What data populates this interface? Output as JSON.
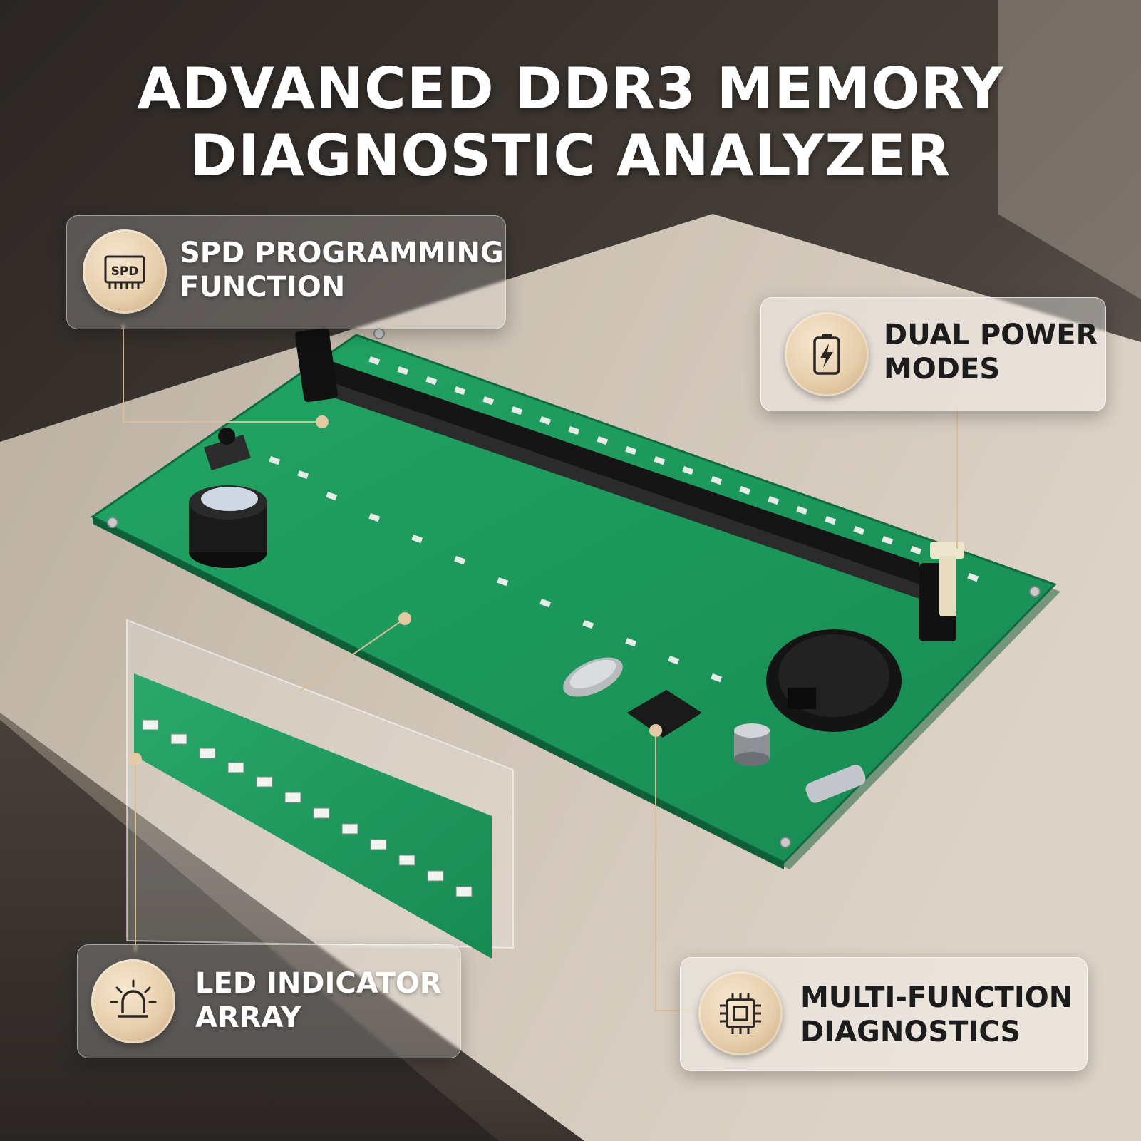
{
  "title": {
    "line1": "ADVANCED DDR3 MEMORY",
    "line2": "DIAGNOSTIC ANALYZER"
  },
  "callouts": [
    {
      "icon": "spd-chip-icon",
      "icon_text": "SPD",
      "line1": "SPD PROGRAMMING",
      "line2": "FUNCTION"
    },
    {
      "icon": "battery-bolt-icon",
      "line1": "DUAL POWER",
      "line2": "MODES"
    },
    {
      "icon": "alarm-light-icon",
      "line1": "LED INDICATOR",
      "line2": "ARRAY"
    },
    {
      "icon": "cpu-chip-icon",
      "line1": "MULTI-FUNCTION",
      "line2": "DIAGNOSTICS"
    }
  ],
  "colors": {
    "pcb": "#1d9a5c",
    "accent": "#e3c9a4",
    "leader": "#d8bf98"
  }
}
